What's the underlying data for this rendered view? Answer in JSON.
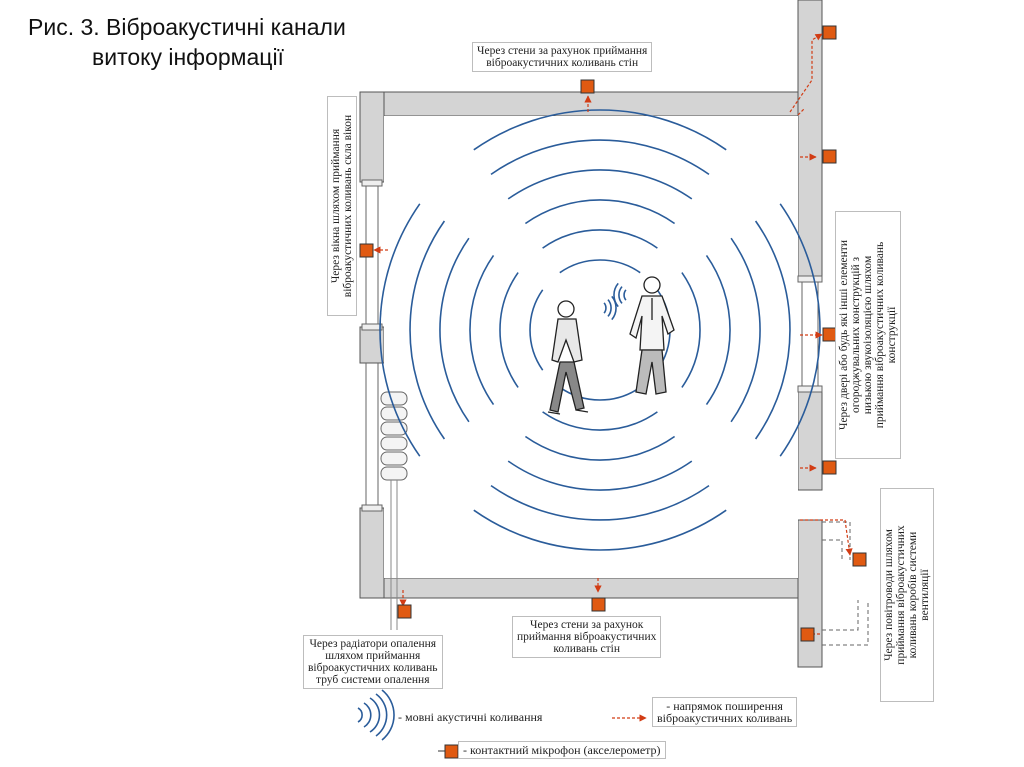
{
  "title": {
    "line1": "Рис. 3. Віброакустичні канали",
    "line2": "витоку інформації"
  },
  "labels": {
    "top_wall": [
      "Через стени за рахунок приймання",
      "віброакустичних коливань стін"
    ],
    "bottom_wall": [
      "Через стени за рахунок",
      "приймання віброакустичних",
      "коливань стін"
    ],
    "window": [
      "Через вікна шляхом приймання",
      "віброакустичних коливань скла вікон"
    ],
    "radiator": [
      "Через радіатори опалення",
      "шляхом приймання",
      "віброакустичних коливань",
      "труб системи опалення"
    ],
    "door": [
      "Через двері або будь які інші елементи",
      "огороджувальних конструкцій з",
      "низькою звукоізоляцією шляхом",
      "приймання віброакустичних коливань",
      "конструкції"
    ],
    "ventilation": [
      "Через повітроводи шляхом",
      "приймання віброакустичних",
      "коливань коробів системи",
      "вентиляції"
    ]
  },
  "legend": {
    "speech": "- мовні акустичні коливання",
    "direction": [
      "- напрямок поширення",
      "віброакустичних коливань"
    ],
    "microphone": "- контактний мікрофон (акселерометр)"
  },
  "colors": {
    "wave": "#2a5c9a",
    "sensor": "#e05a12",
    "arrow": "#d23c14",
    "wall_fill": "#d4d4d4",
    "wall_stroke": "#555555"
  }
}
